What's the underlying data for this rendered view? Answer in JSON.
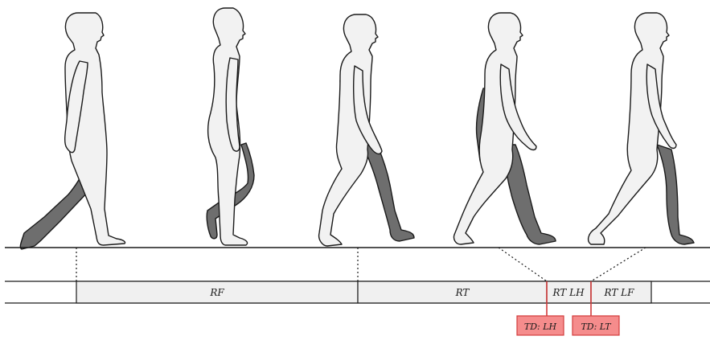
{
  "phases": [
    {
      "label": "RF"
    },
    {
      "label": "RT"
    },
    {
      "label": "RT LH"
    },
    {
      "label": "RT LF"
    }
  ],
  "events": [
    {
      "label": "TD: LH"
    },
    {
      "label": "TD: LT"
    }
  ],
  "colors": {
    "body_light": "#f2f2f2",
    "body_dark": "#6e6e6e",
    "outline": "#1a1a1a",
    "phase_fill": "#f0f0f0",
    "event_fill": "#f58c8c",
    "event_line": "#d23c3c"
  }
}
